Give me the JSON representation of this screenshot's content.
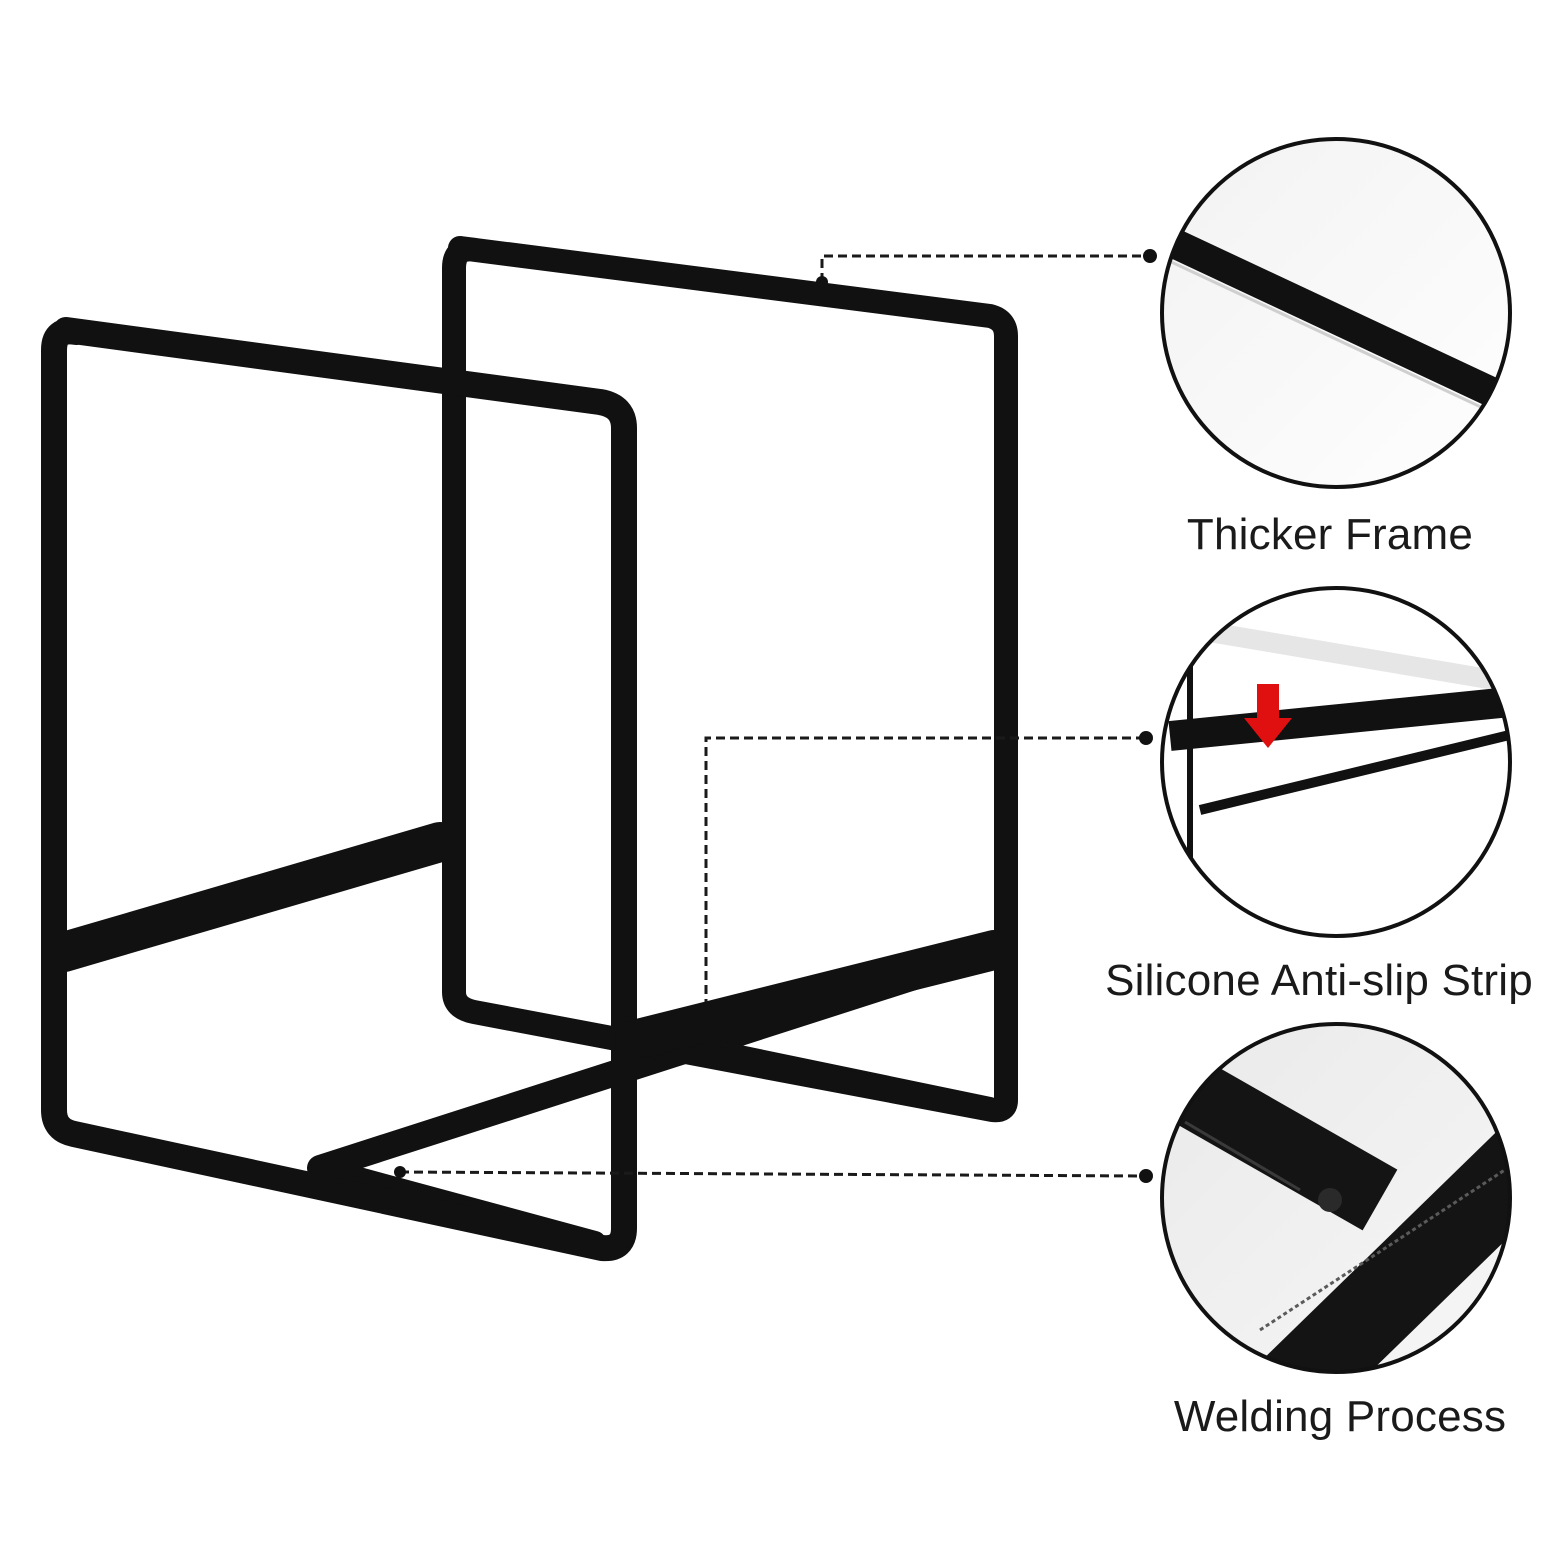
{
  "product": {
    "name": "dish-rack-frame-icon"
  },
  "features": [
    {
      "label": "Thicker Frame",
      "icon": "frame-detail-icon"
    },
    {
      "label": "Silicone Anti-slip Strip",
      "icon": "anti-slip-strip-icon"
    },
    {
      "label": "Welding Process",
      "icon": "weld-joint-icon"
    }
  ],
  "colors": {
    "frame": "#111111",
    "leader": "#1a1a1a",
    "arrow": "#e01010",
    "circle_border": "#111111",
    "background": "#ffffff"
  }
}
